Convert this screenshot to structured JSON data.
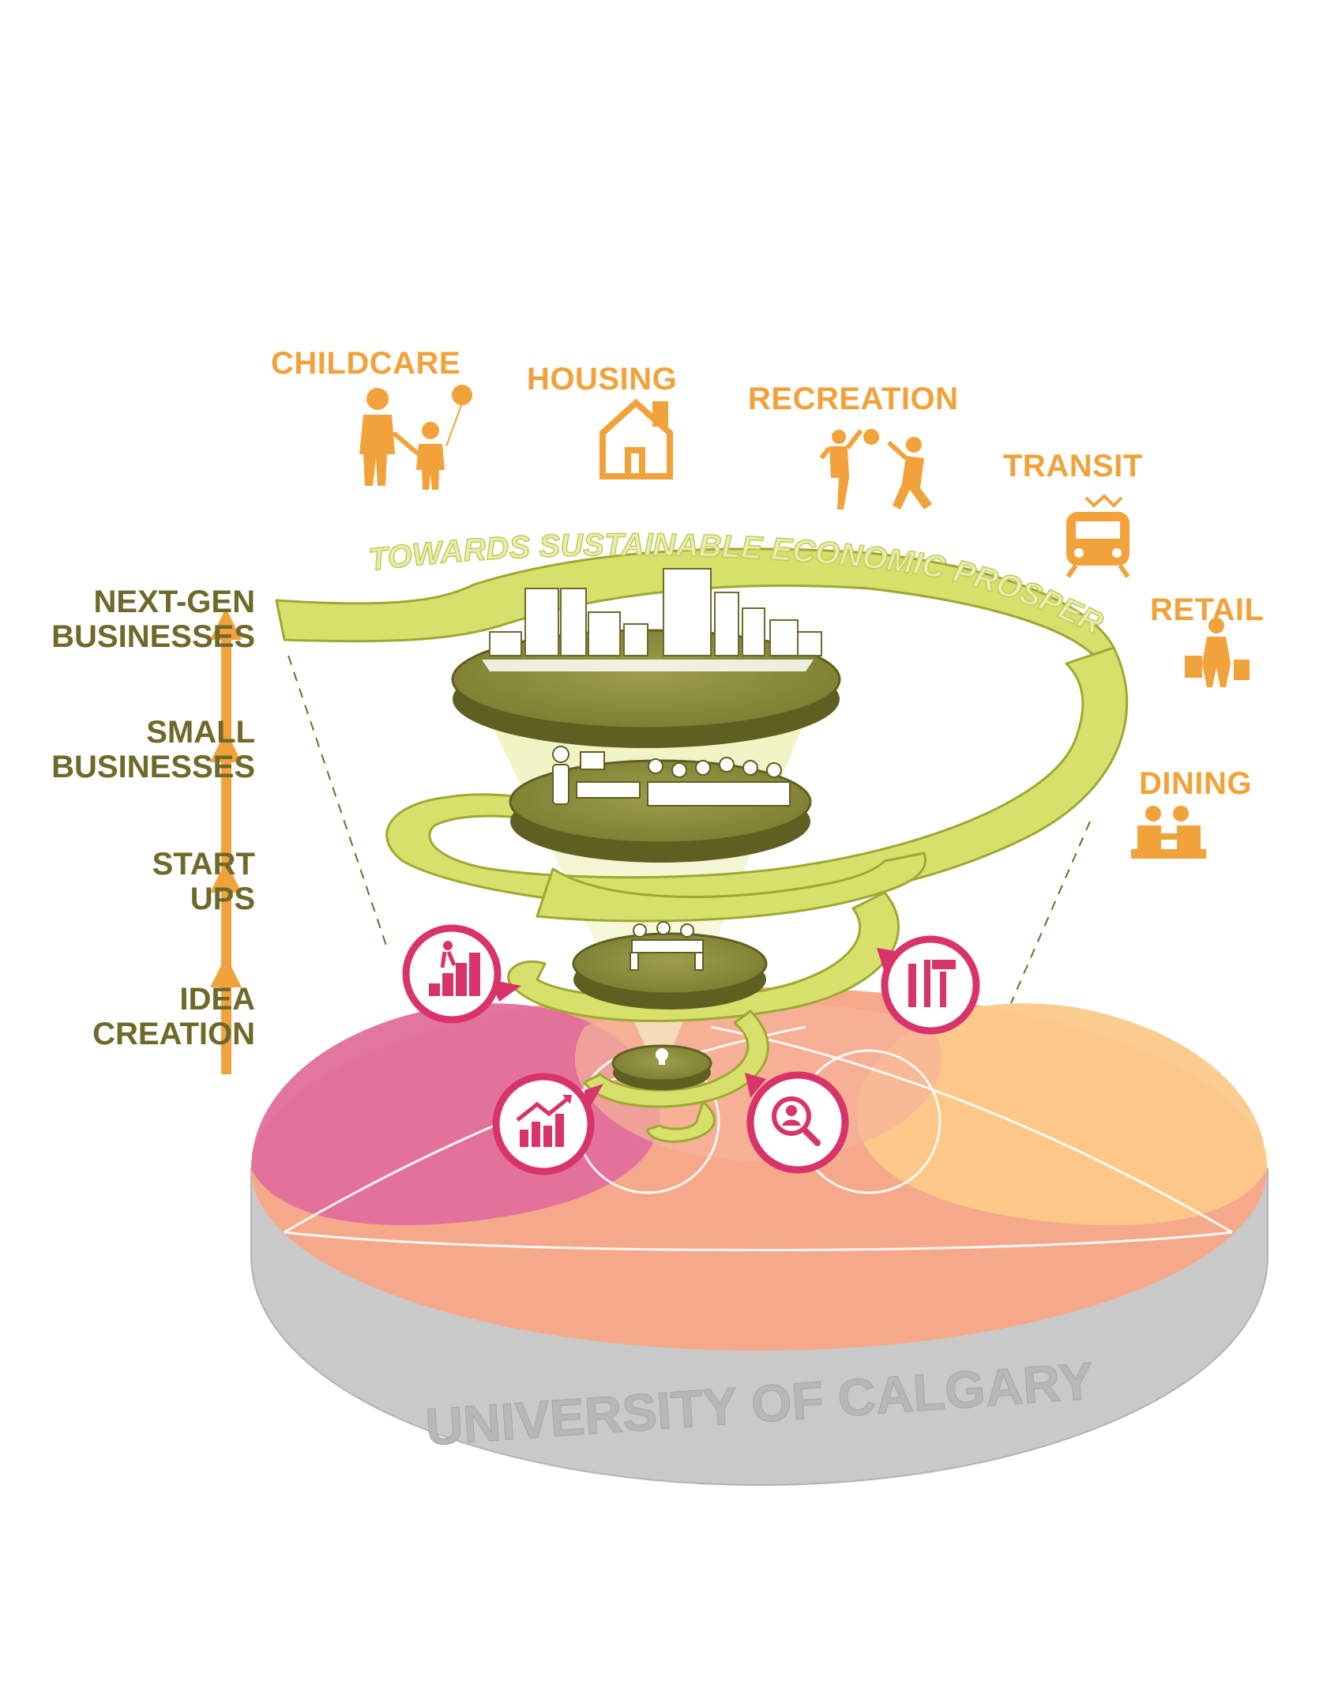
{
  "amenities": [
    {
      "label": "CHILDCARE",
      "icon": "family-icon"
    },
    {
      "label": "HOUSING",
      "icon": "house-icon"
    },
    {
      "label": "RECREATION",
      "icon": "basketball-players-icon"
    },
    {
      "label": "TRANSIT",
      "icon": "train-icon"
    },
    {
      "label": "RETAIL",
      "icon": "shopper-icon"
    },
    {
      "label": "DINING",
      "icon": "dining-icon"
    }
  ],
  "stages": [
    {
      "line1": "NEXT-GEN",
      "line2": "BUSINESSES"
    },
    {
      "line1": "SMALL",
      "line2": "BUSINESSES"
    },
    {
      "line1": "START",
      "line2": "UPS"
    },
    {
      "line1": "IDEA",
      "line2": "CREATION"
    }
  ],
  "ribbon_text": "TOWARDS SUSTAINABLE ECONOMIC PROSPERITY",
  "base_label": "UNIVERSITY OF CALGARY",
  "support_icons": [
    "growth-steps-icon",
    "tools-icon",
    "bar-chart-growth-icon",
    "research-search-icon"
  ],
  "colors": {
    "amenity_orange": "#f2a23a",
    "stage_olive": "#6f6a2a",
    "ribbon_green": "#d7e06b",
    "disc_olive": "#8a8a3a",
    "badge_pink": "#d9336b",
    "base_pink": "#e26f9b",
    "base_peach": "#f6a98a",
    "base_orange": "#fbc98a",
    "base_grey": "#c9c9c9"
  }
}
